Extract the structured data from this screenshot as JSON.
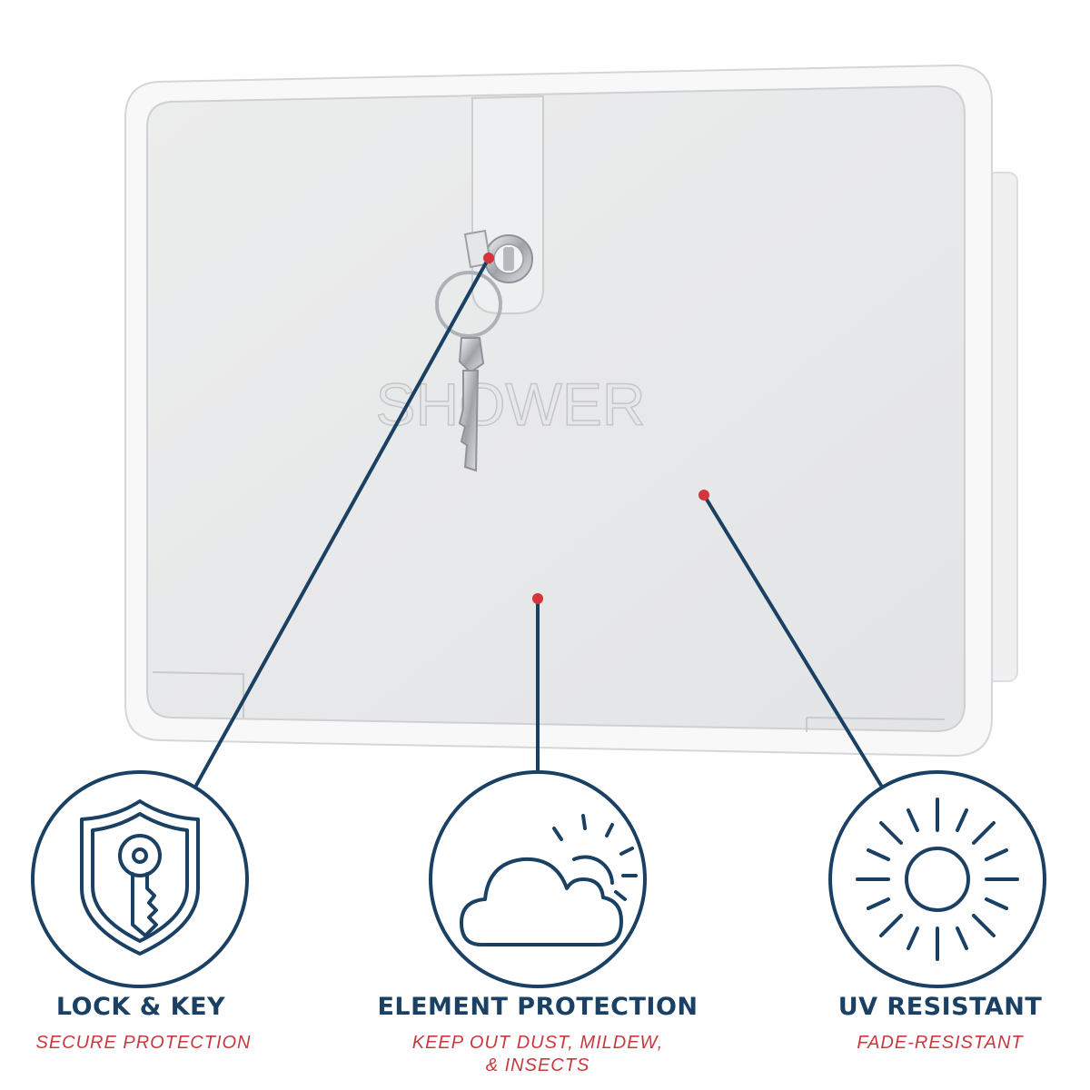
{
  "product": {
    "embossed_label": "SHOWER",
    "colors": {
      "panel": "#e9eaec",
      "frame": "#f8f8f9",
      "navy": "#1a4063",
      "accent_red": "#d6333a"
    }
  },
  "features": [
    {
      "title": "LOCK & KEY",
      "subtitle_lines": [
        "SECURE PROTECTION"
      ],
      "icon": "shield-key-icon"
    },
    {
      "title": "ELEMENT PROTECTION",
      "subtitle_lines": [
        "KEEP OUT DUST, MILDEW,",
        "& INSECTS"
      ],
      "icon": "cloud-sun-icon"
    },
    {
      "title": "UV RESISTANT",
      "subtitle_lines": [
        "FADE-RESISTANT"
      ],
      "icon": "sun-icon"
    }
  ]
}
